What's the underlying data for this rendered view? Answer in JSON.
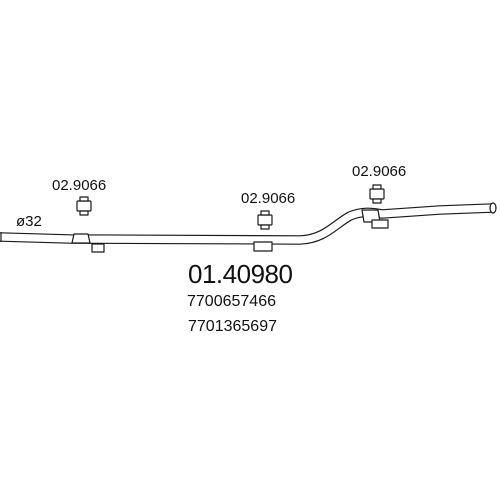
{
  "diagram": {
    "part_number": "01.40980",
    "oe_numbers": [
      "7700657466",
      "7701365697"
    ],
    "diameter_label": "ø32",
    "hanger_refs": [
      "02.9066",
      "02.9066",
      "02.9066"
    ]
  }
}
